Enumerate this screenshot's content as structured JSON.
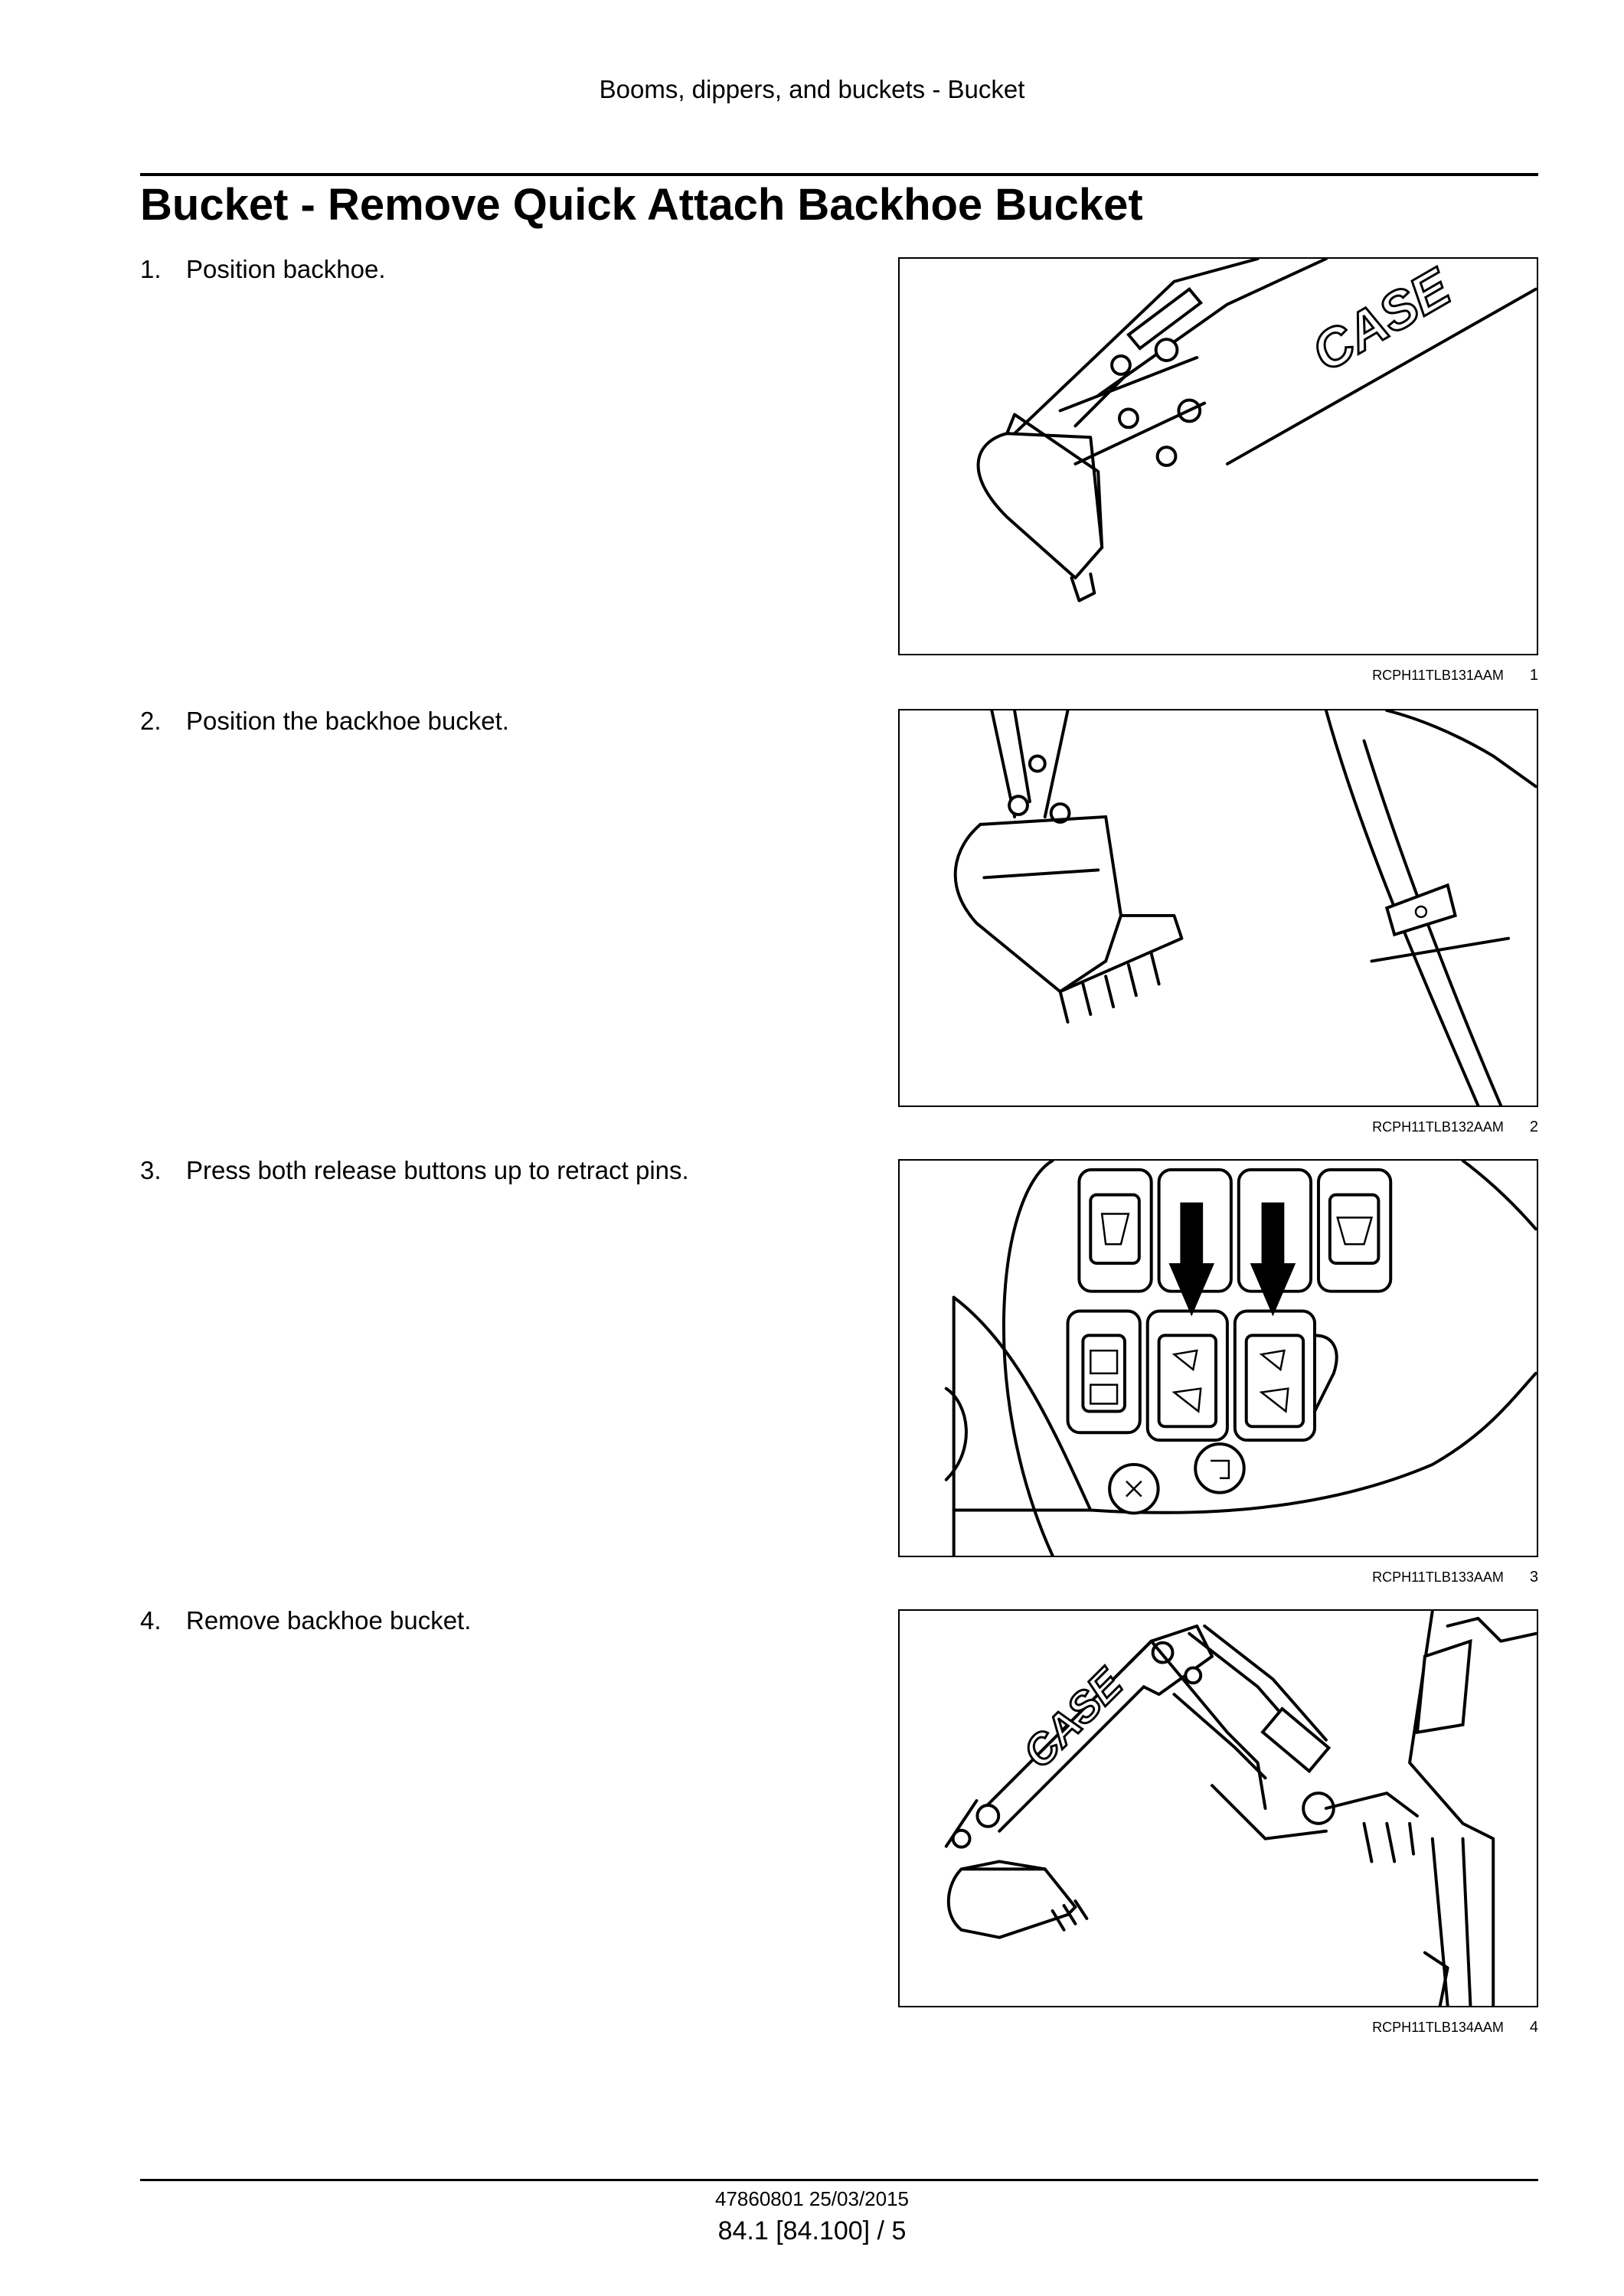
{
  "header": {
    "running_head": "Booms, dippers, and buckets - Bucket"
  },
  "title": "Bucket - Remove Quick Attach Backhoe Bucket",
  "steps": [
    {
      "number": "1.",
      "text": "Position backhoe.",
      "figure_code": "RCPH11TLB131AAM",
      "figure_number": "1"
    },
    {
      "number": "2.",
      "text": "Position the backhoe bucket.",
      "figure_code": "RCPH11TLB132AAM",
      "figure_number": "2"
    },
    {
      "number": "3.",
      "text": "Press both release buttons up to retract pins.",
      "figure_code": "RCPH11TLB133AAM",
      "figure_number": "3"
    },
    {
      "number": "4.",
      "text": "Remove backhoe bucket.",
      "figure_code": "RCPH11TLB134AAM",
      "figure_number": "4"
    }
  ],
  "figures": {
    "brand_lettering": "CASE"
  },
  "footer": {
    "doc_ref": "47860801 25/03/2015",
    "page_ref": "84.1 [84.100] / 5"
  }
}
